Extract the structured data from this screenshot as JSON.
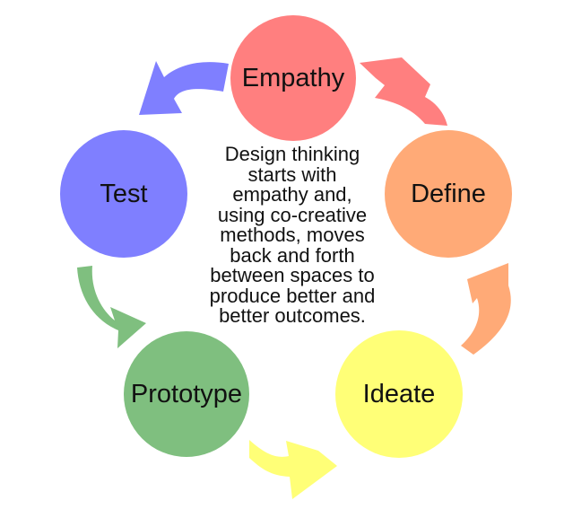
{
  "stages": [
    {
      "key": "empathy",
      "label": "Empathy",
      "color": "#ff7f7f"
    },
    {
      "key": "define",
      "label": "Define",
      "color": "#ffaa77"
    },
    {
      "key": "ideate",
      "label": "Ideate",
      "color": "#ffff77"
    },
    {
      "key": "prototype",
      "label": "Prototype",
      "color": "#7fbf7f"
    },
    {
      "key": "test",
      "label": "Test",
      "color": "#7f7fff"
    }
  ],
  "center_text": {
    "lines": [
      "Design thinking",
      "starts with",
      "empathy and,",
      "using co-creative",
      "methods, moves",
      "back and forth",
      "between spaces to",
      "produce better and",
      "better outcomes."
    ]
  }
}
